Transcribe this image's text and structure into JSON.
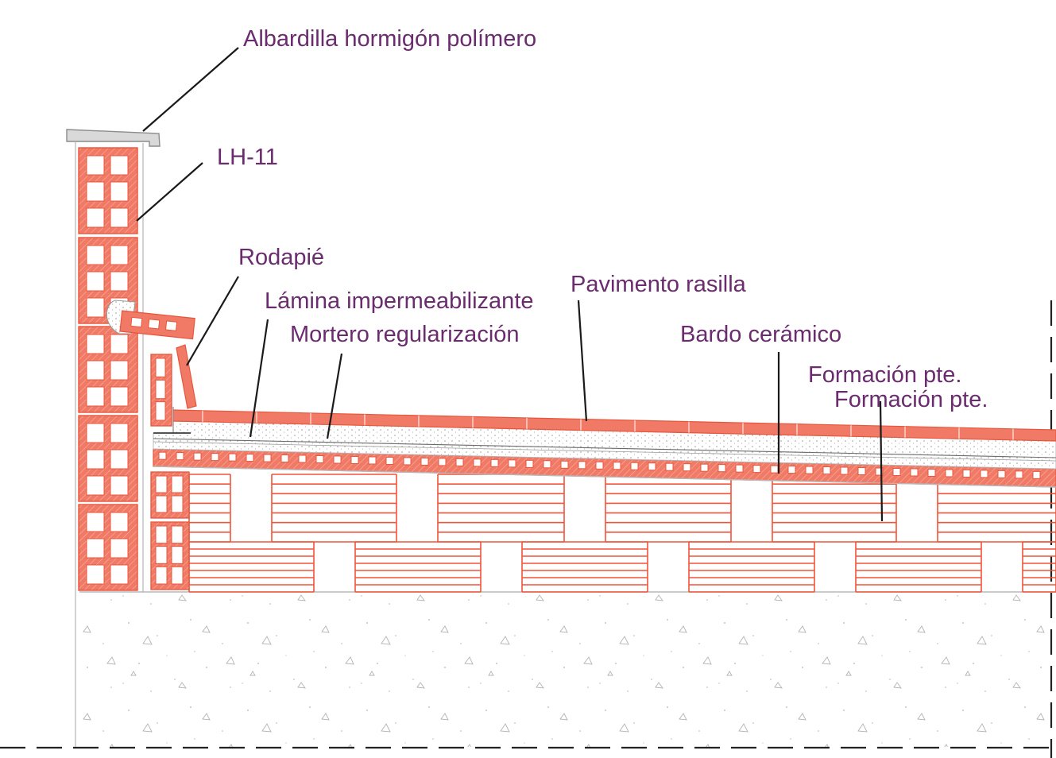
{
  "labels": {
    "albardilla": "Albardilla hormigón polímero",
    "lh11": "LH-11",
    "rodapie": "Rodapié",
    "lamina": "Lámina impermeabilizante",
    "pavimento": "Pavimento rasilla",
    "mortero": "Mortero regularización",
    "bardo": "Bardo cerámico",
    "formacion_1": "Formación pte.",
    "formacion_2": "Formación pte."
  },
  "colors": {
    "label_text": "#6a2c6e",
    "brick_fill": "#f07a66",
    "brick_stroke": "#e8553c",
    "hatch_red": "#f2543a",
    "concrete_dots": "#b0b0b0",
    "leader": "#1a1a1a"
  }
}
